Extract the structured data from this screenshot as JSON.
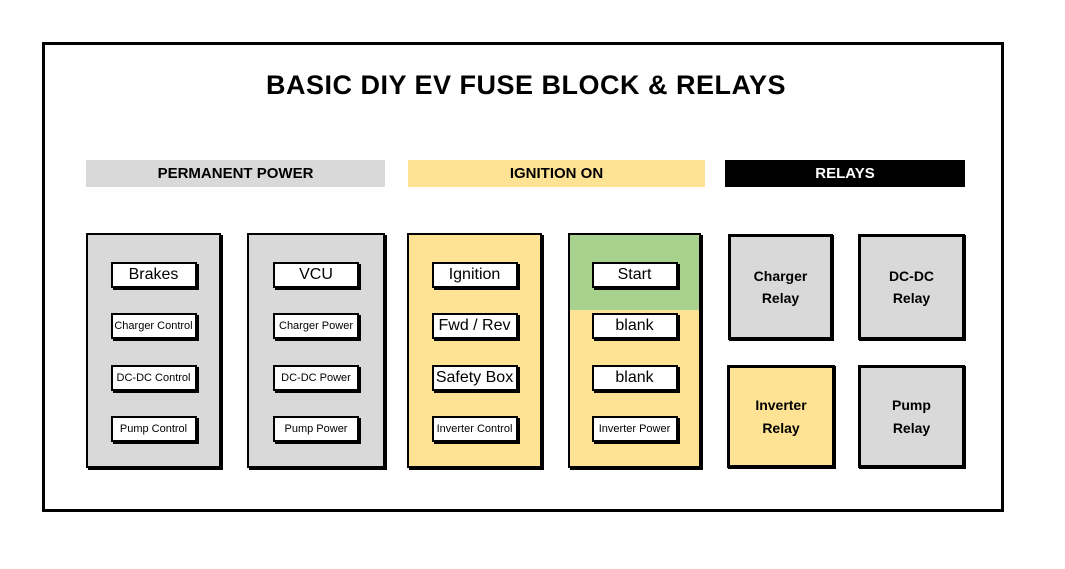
{
  "title": "BASIC DIY EV FUSE BLOCK & RELAYS",
  "colors": {
    "gray": "#D9D9D9",
    "yellow": "#FFE394",
    "green": "#A9D18E",
    "black": "#000000"
  },
  "section_headers": [
    {
      "label": "PERMANENT POWER",
      "style": "gray"
    },
    {
      "label": "IGNITION ON",
      "style": "yellow"
    },
    {
      "label": "RELAYS",
      "style": "black"
    }
  ],
  "fuse_columns": [
    {
      "section": "PERMANENT POWER",
      "style": "gray",
      "fuses": [
        {
          "label": "Brakes",
          "size": "large"
        },
        {
          "label": "Charger Control",
          "size": "small"
        },
        {
          "label": "DC-DC Control",
          "size": "small"
        },
        {
          "label": "Pump Control",
          "size": "small"
        }
      ]
    },
    {
      "section": "PERMANENT POWER",
      "style": "gray",
      "fuses": [
        {
          "label": "VCU",
          "size": "large"
        },
        {
          "label": "Charger Power",
          "size": "small"
        },
        {
          "label": "DC-DC Power",
          "size": "small"
        },
        {
          "label": "Pump Power",
          "size": "small"
        }
      ]
    },
    {
      "section": "IGNITION ON",
      "style": "yellow",
      "fuses": [
        {
          "label": "Ignition",
          "size": "large"
        },
        {
          "label": "Fwd / Rev",
          "size": "large"
        },
        {
          "label": "Safety Box",
          "size": "large"
        },
        {
          "label": "Inverter Control",
          "size": "small"
        }
      ]
    },
    {
      "section": "IGNITION ON",
      "style": "yellow",
      "highlight_top": "green",
      "fuses": [
        {
          "label": "Start",
          "size": "large"
        },
        {
          "label": "blank",
          "size": "large"
        },
        {
          "label": "blank",
          "size": "large"
        },
        {
          "label": "Inverter Power",
          "size": "small"
        }
      ]
    }
  ],
  "relays": [
    {
      "label": "Charger Relay",
      "style": "gray"
    },
    {
      "label": "DC-DC Relay",
      "style": "gray"
    },
    {
      "label": "Inverter Relay",
      "style": "yellow"
    },
    {
      "label": "Pump Relay",
      "style": "gray"
    }
  ]
}
